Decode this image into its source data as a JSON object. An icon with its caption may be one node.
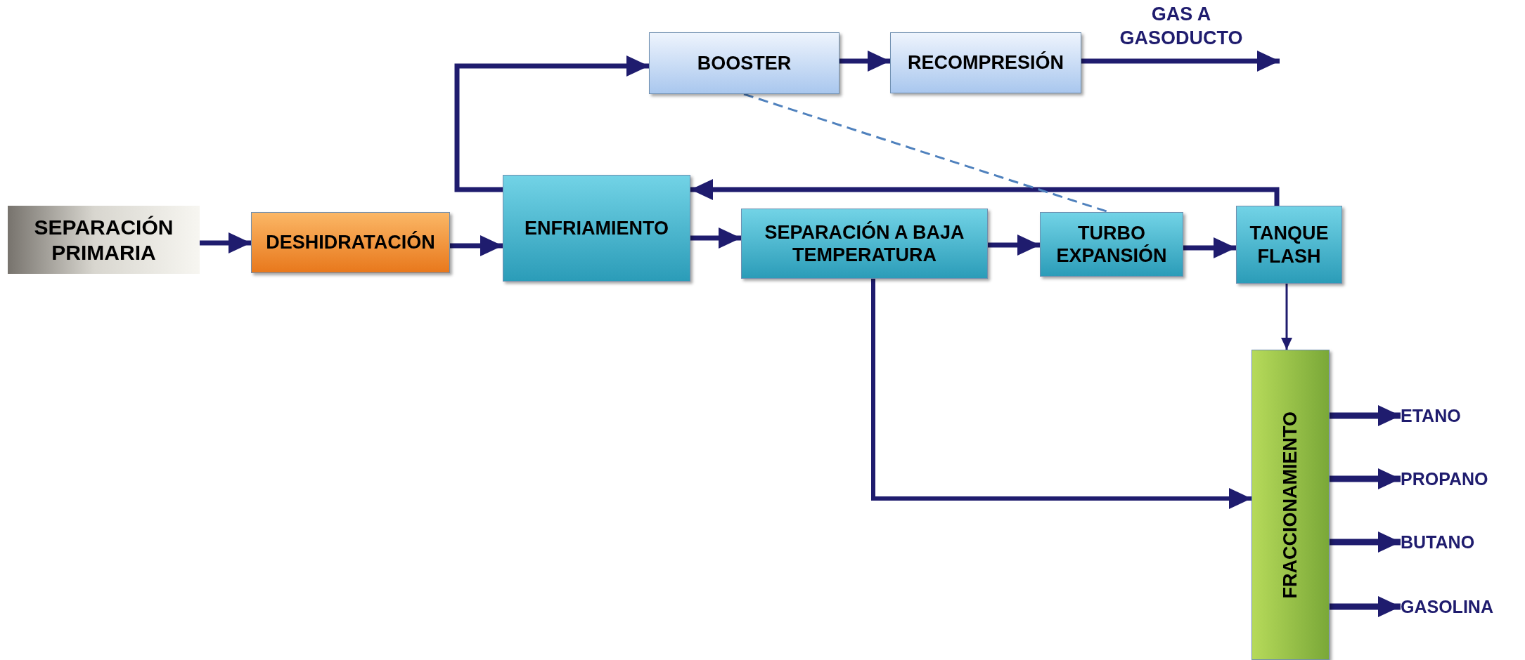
{
  "diagram": {
    "nodes": [
      {
        "text": [
          "SEPARACIÓN PRIMARIA"
        ]
      },
      {
        "text": [
          "DESHIDRATACIÓN"
        ]
      },
      {
        "text": [
          "ENFRIAMIENTO"
        ]
      },
      {
        "text": [
          "SEPARACIÓN A BAJA TEMPERATURA"
        ]
      },
      {
        "text": [
          "TURBO EXPANSIÓN"
        ]
      },
      {
        "text": [
          "TANQUE FLASH"
        ]
      },
      {
        "text": [
          "BOOSTER"
        ]
      },
      {
        "text": [
          "RECOMPRESIÓN"
        ]
      },
      {
        "text": [
          "FRACCIONAMIENTO"
        ]
      },
      {
        "text": [
          "ETANO"
        ]
      },
      {
        "text": [
          "PROPANO"
        ]
      },
      {
        "text": [
          "BUTANO"
        ]
      },
      {
        "text": [
          "GASOLINA"
        ]
      }
    ],
    "edges": [
      {
        "from": 0,
        "to": 1,
        "arrow": "to"
      },
      {
        "from": 1,
        "to": 2,
        "arrow": "to"
      },
      {
        "from": 2,
        "to": 3,
        "arrow": "to"
      },
      {
        "from": 3,
        "to": 4,
        "arrow": "to"
      },
      {
        "from": 4,
        "to": 5,
        "arrow": "to"
      },
      {
        "from": 5,
        "to": 2,
        "arrow": "to"
      },
      {
        "from": 2,
        "to": 6,
        "arrow": "to"
      },
      {
        "from": 6,
        "to": 7,
        "arrow": "to"
      },
      {
        "from": 7,
        "to": null,
        "arrow": "to",
        "label": "GAS A GASODUCTO"
      },
      {
        "from": 6,
        "to": 4,
        "arrow": "none",
        "style": "dashed",
        "color": "#4f81bd"
      },
      {
        "from": 3,
        "to": 8,
        "arrow": "to"
      },
      {
        "from": 5,
        "to": 8,
        "arrow": "to"
      },
      {
        "from": 8,
        "to": 9,
        "arrow": "to"
      },
      {
        "from": 8,
        "to": 10,
        "arrow": "to"
      },
      {
        "from": 8,
        "to": 11,
        "arrow": "to"
      },
      {
        "from": 8,
        "to": 12,
        "arrow": "to"
      }
    ]
  }
}
